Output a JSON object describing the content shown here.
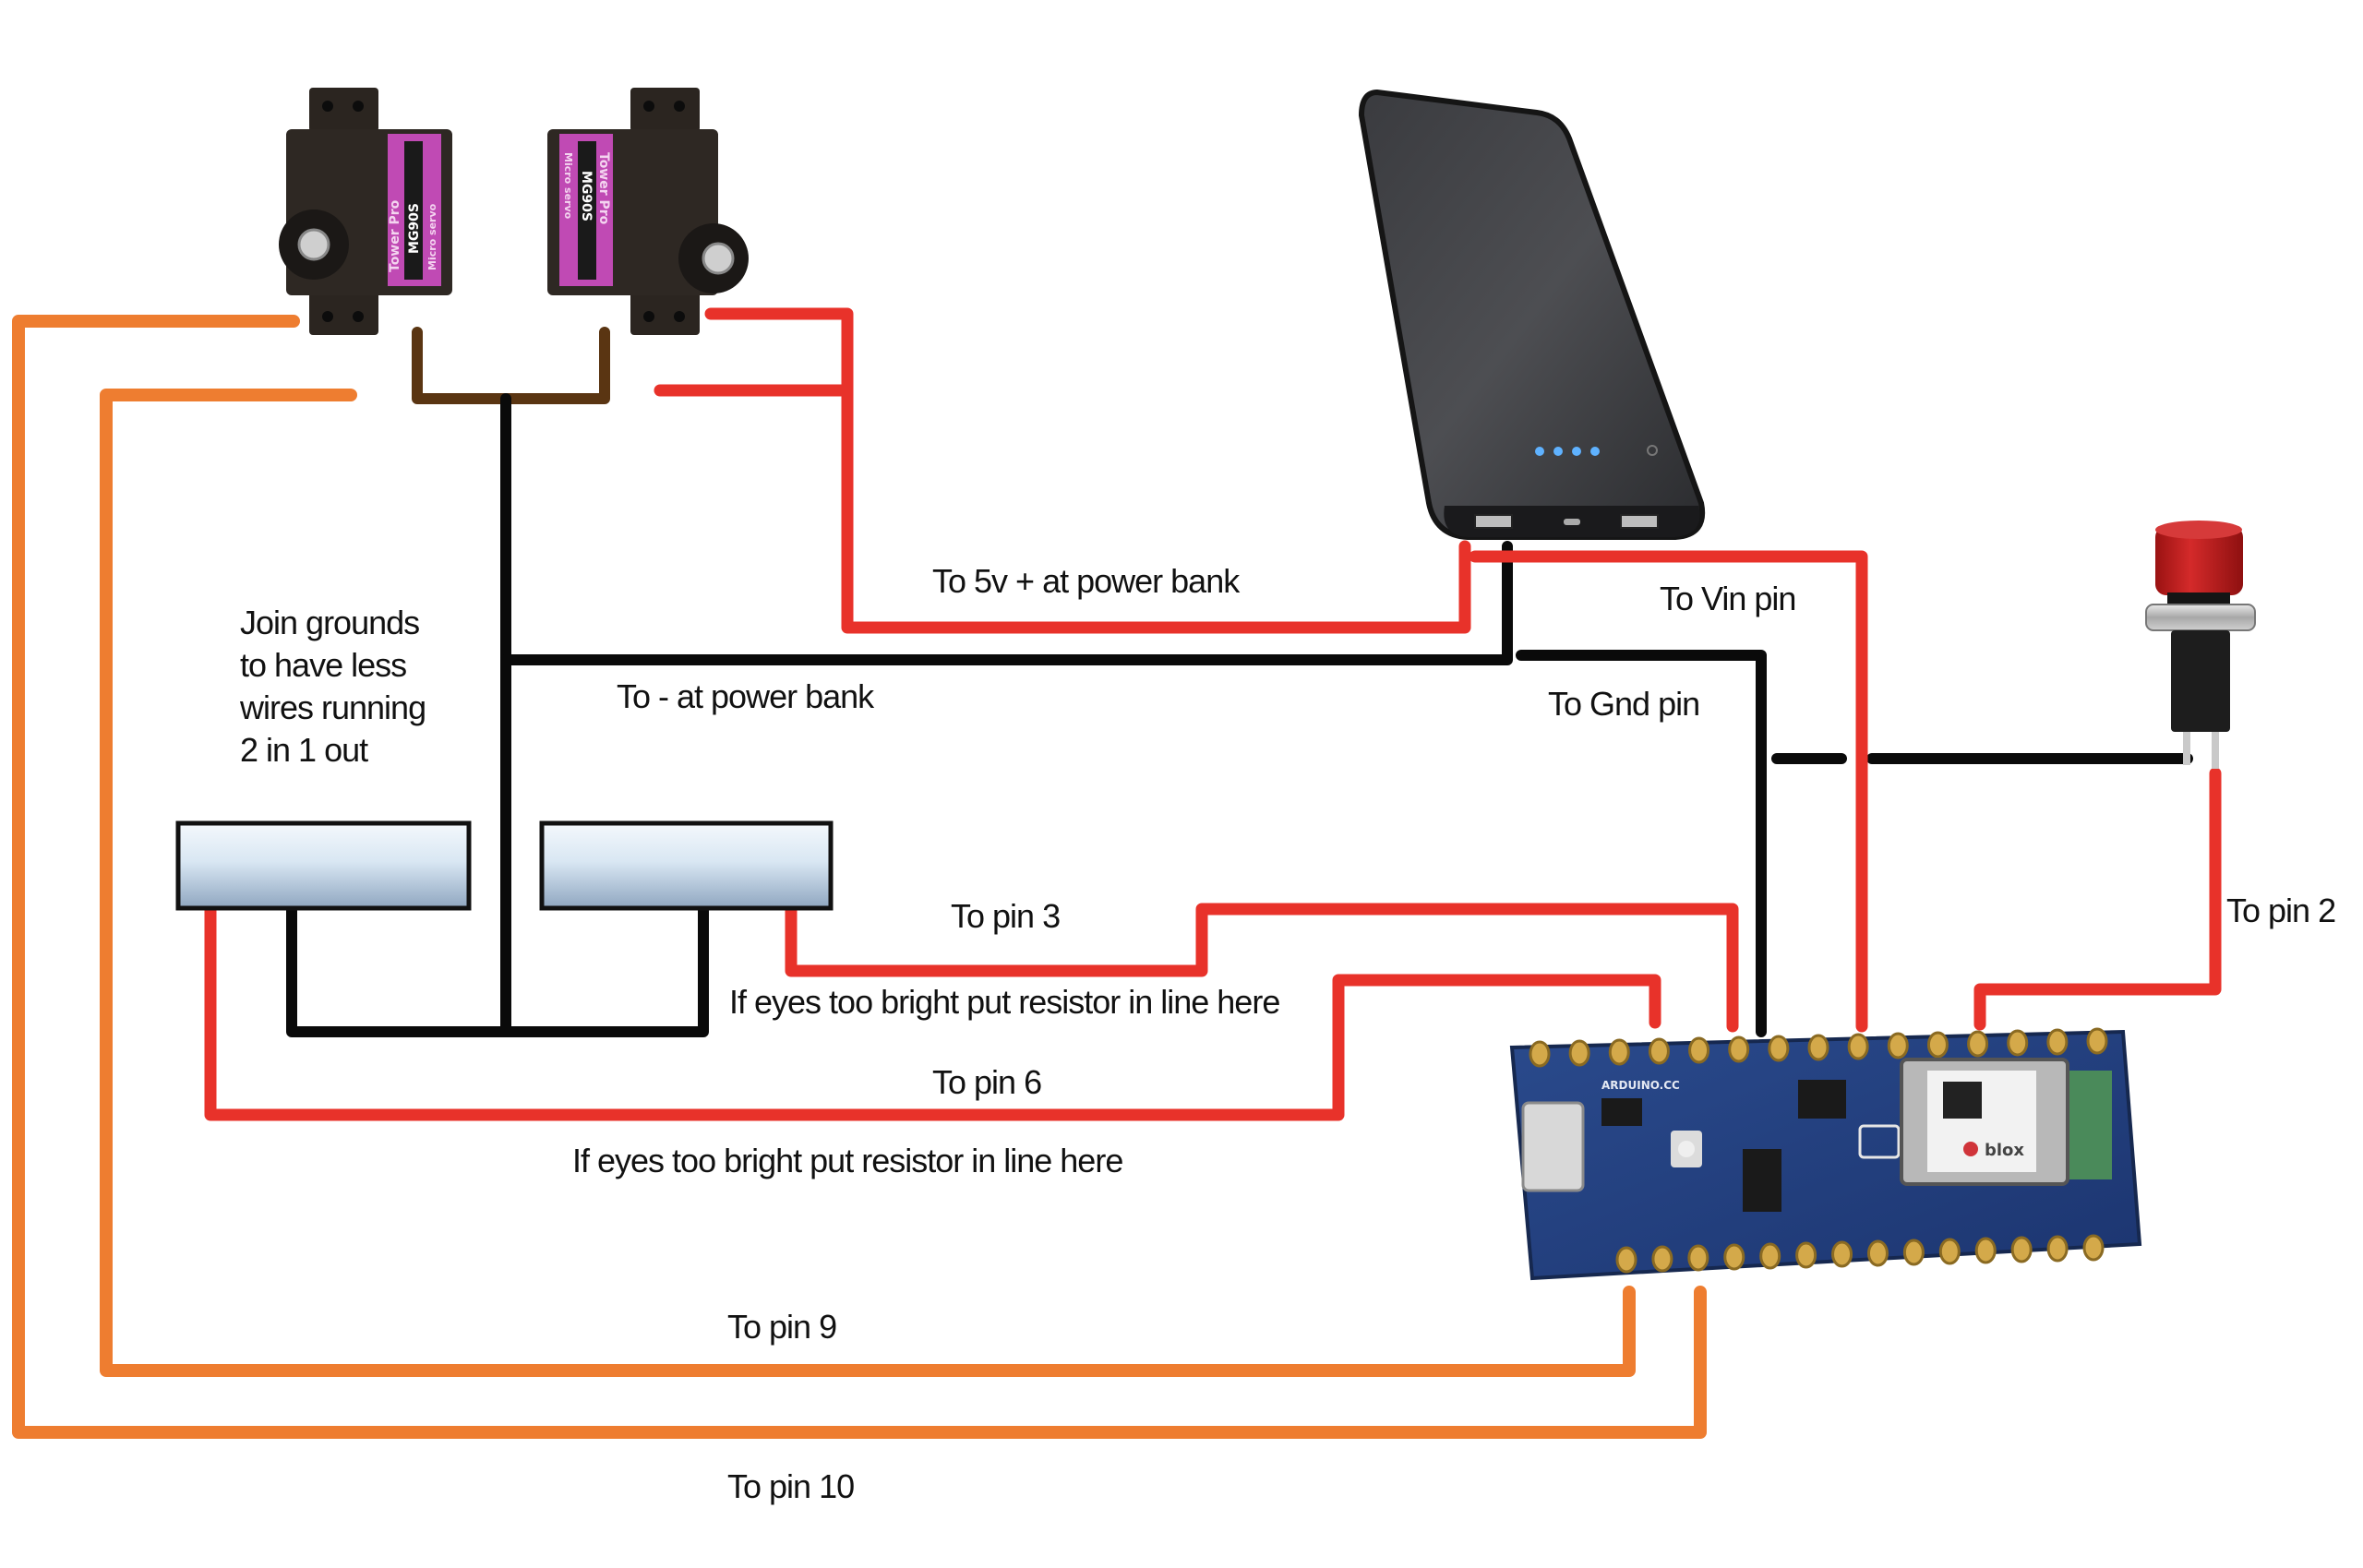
{
  "diagram": {
    "title": "Servo eyes wiring diagram",
    "wire_colors": {
      "signal_orange": "#ee7d30",
      "power_red": "#e8322a",
      "ground_black": "#0a0a0a",
      "servo_ground_brown": "#5a3512"
    },
    "components": {
      "servo_left": {
        "brand": "Tower Pro",
        "model": "MG90S",
        "type": "Micro servo"
      },
      "servo_right": {
        "brand": "Tower Pro",
        "model": "MG90S",
        "type": "Micro servo"
      },
      "power_bank": {
        "name": "Power bank",
        "indicator_leds": 4
      },
      "push_button": {
        "name": "Push button",
        "cap_color": "#c81e1e"
      },
      "led_eye_left": {
        "name": "LED eye left"
      },
      "led_eye_right": {
        "name": "LED eye right"
      },
      "arduino": {
        "name": "Arduino Nano 33 IoT",
        "silkscreen": "ARDUINO.CC",
        "module_logo": "blox"
      }
    },
    "labels": {
      "join_grounds": "Join grounds\nto have less\nwires running\n2 in 1 out",
      "to_5v": "To 5v + at power bank",
      "to_minus": "To - at power bank",
      "to_vin": "To Vin pin",
      "to_gnd": "To Gnd pin",
      "to_pin2": "To pin 2",
      "to_pin3": "To pin 3",
      "resistor_note_1": "If eyes too bright put resistor in line here",
      "to_pin6": "To pin 6",
      "resistor_note_2": "If eyes too bright put resistor in line here",
      "to_pin9": "To pin 9",
      "to_pin10": "To pin 10"
    }
  }
}
